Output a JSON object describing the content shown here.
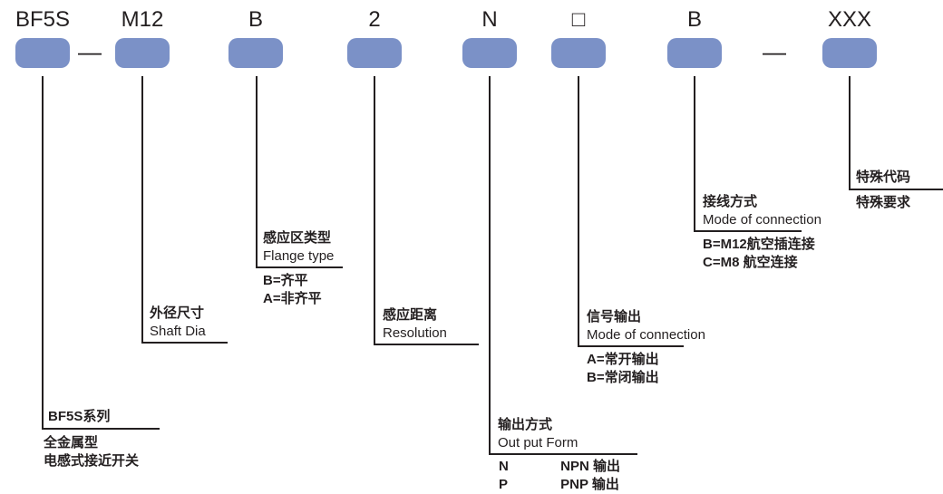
{
  "diagram": {
    "background": "#ffffff",
    "accent_color": "#7b91c7",
    "line_color": "#231f20",
    "separator": "—"
  },
  "segments": [
    {
      "code": "BF5S",
      "heading": [
        "BF5S系列"
      ],
      "details": [
        "全金属型",
        "电感式接近开关"
      ]
    },
    {
      "code": "M12",
      "heading": [
        "外径尺寸",
        "Shaft Dia"
      ],
      "details": []
    },
    {
      "code": "B",
      "heading": [
        "感应区类型",
        "Flange type"
      ],
      "details": [
        "B=齐平",
        "A=非齐平"
      ]
    },
    {
      "code": "2",
      "heading": [
        "感应距离",
        "Resolution"
      ],
      "details": []
    },
    {
      "code": "N",
      "heading": [
        "输出方式",
        "Out put Form"
      ],
      "details_table": [
        {
          "key": "N",
          "value": "NPN 输出"
        },
        {
          "key": "P",
          "value": "PNP 输出"
        }
      ]
    },
    {
      "code": "□",
      "heading": [
        "信号输出",
        "Mode of connection"
      ],
      "details": [
        "A=常开输出",
        "B=常闭输出"
      ]
    },
    {
      "code": "B",
      "heading": [
        "接线方式",
        "Mode of connection"
      ],
      "details": [
        "B=M12航空插连接",
        "C=M8 航空连接"
      ]
    },
    {
      "code": "XXX",
      "heading": [
        "特殊代码"
      ],
      "details": [
        "特殊要求"
      ]
    }
  ]
}
